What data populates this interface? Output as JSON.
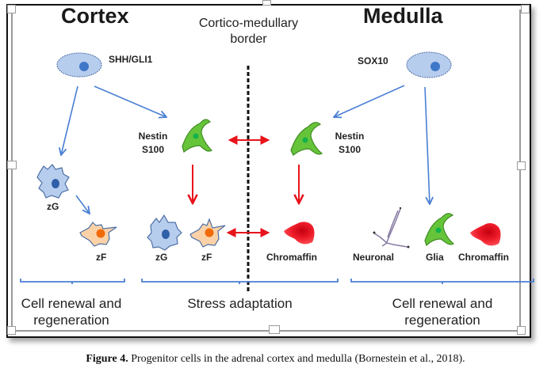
{
  "figure": {
    "sections": {
      "cortex_title": "Cortex",
      "medulla_title": "Medulla",
      "border_label_line1": "Cortico-medullary",
      "border_label_line2": "border"
    },
    "progenitors": {
      "cortex_marker": "SHH/GLI1",
      "medulla_marker": "SOX10"
    },
    "border_cells": {
      "left_marker_line1": "Nestin",
      "left_marker_line2": "S100",
      "right_marker_line1": "Nestin",
      "right_marker_line2": "S100"
    },
    "cell_labels": {
      "cortex_zG": "zG",
      "cortex_zF": "zF",
      "stress_zG": "zG",
      "stress_zF": "zF",
      "stress_chromaffin": "Chromaffin",
      "medulla_neuronal": "Neuronal",
      "medulla_glia": "Glia",
      "medulla_chromaffin": "Chromaffin"
    },
    "groups": {
      "left_line1": "Cell renewal and",
      "left_line2": "regeneration",
      "middle": "Stress adaptation",
      "right_line1": "Cell renewal and",
      "right_line2": "regeneration"
    },
    "colors": {
      "blue_arrow": "#4a7fd4",
      "red_arrow": "#e8141c",
      "progenitor_fill": "#b7cdee",
      "progenitor_nucleus": "#3f77c9",
      "glia_fill": "#66c43a",
      "glia_nucleus": "#13b24a",
      "zF_fill": "#fbd2a8",
      "zF_nucleus": "#f06a0a",
      "chromaffin": "#ee1c2a",
      "neuron": "#8b7ea6"
    }
  },
  "caption": {
    "label": "Figure 4.",
    "text": " Progenitor cells in the adrenal cortex and medulla (Bornestein et al., 2018)."
  }
}
